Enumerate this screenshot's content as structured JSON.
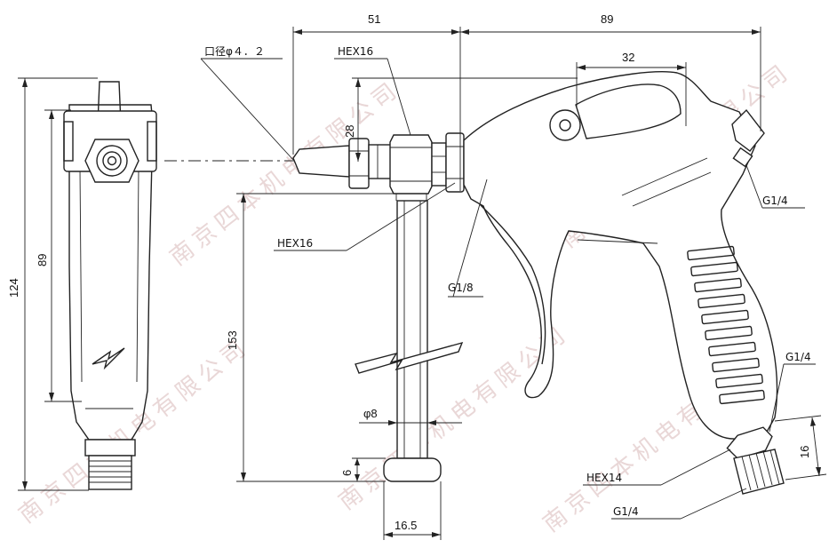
{
  "dimensions": {
    "top_51": "51",
    "top_89": "89",
    "handle_32": "32",
    "nozzle_28": "28",
    "overall_124": "124",
    "side_89": "89",
    "tube_153": "153",
    "tip_6": "6",
    "tip_16_5": "16.5",
    "fitting_16": "16"
  },
  "callouts": {
    "orifice": "口径φ４．２",
    "hex16_top": "HEX16",
    "hex16_mid": "HEX16",
    "g18": "G1/8",
    "g14_top": "G1/4",
    "g14_mid": "G1/4",
    "hex14": "HEX14",
    "g14_bottom": "G1/4",
    "phi8": "φ8"
  },
  "watermark": "南京四本机电有限公司"
}
